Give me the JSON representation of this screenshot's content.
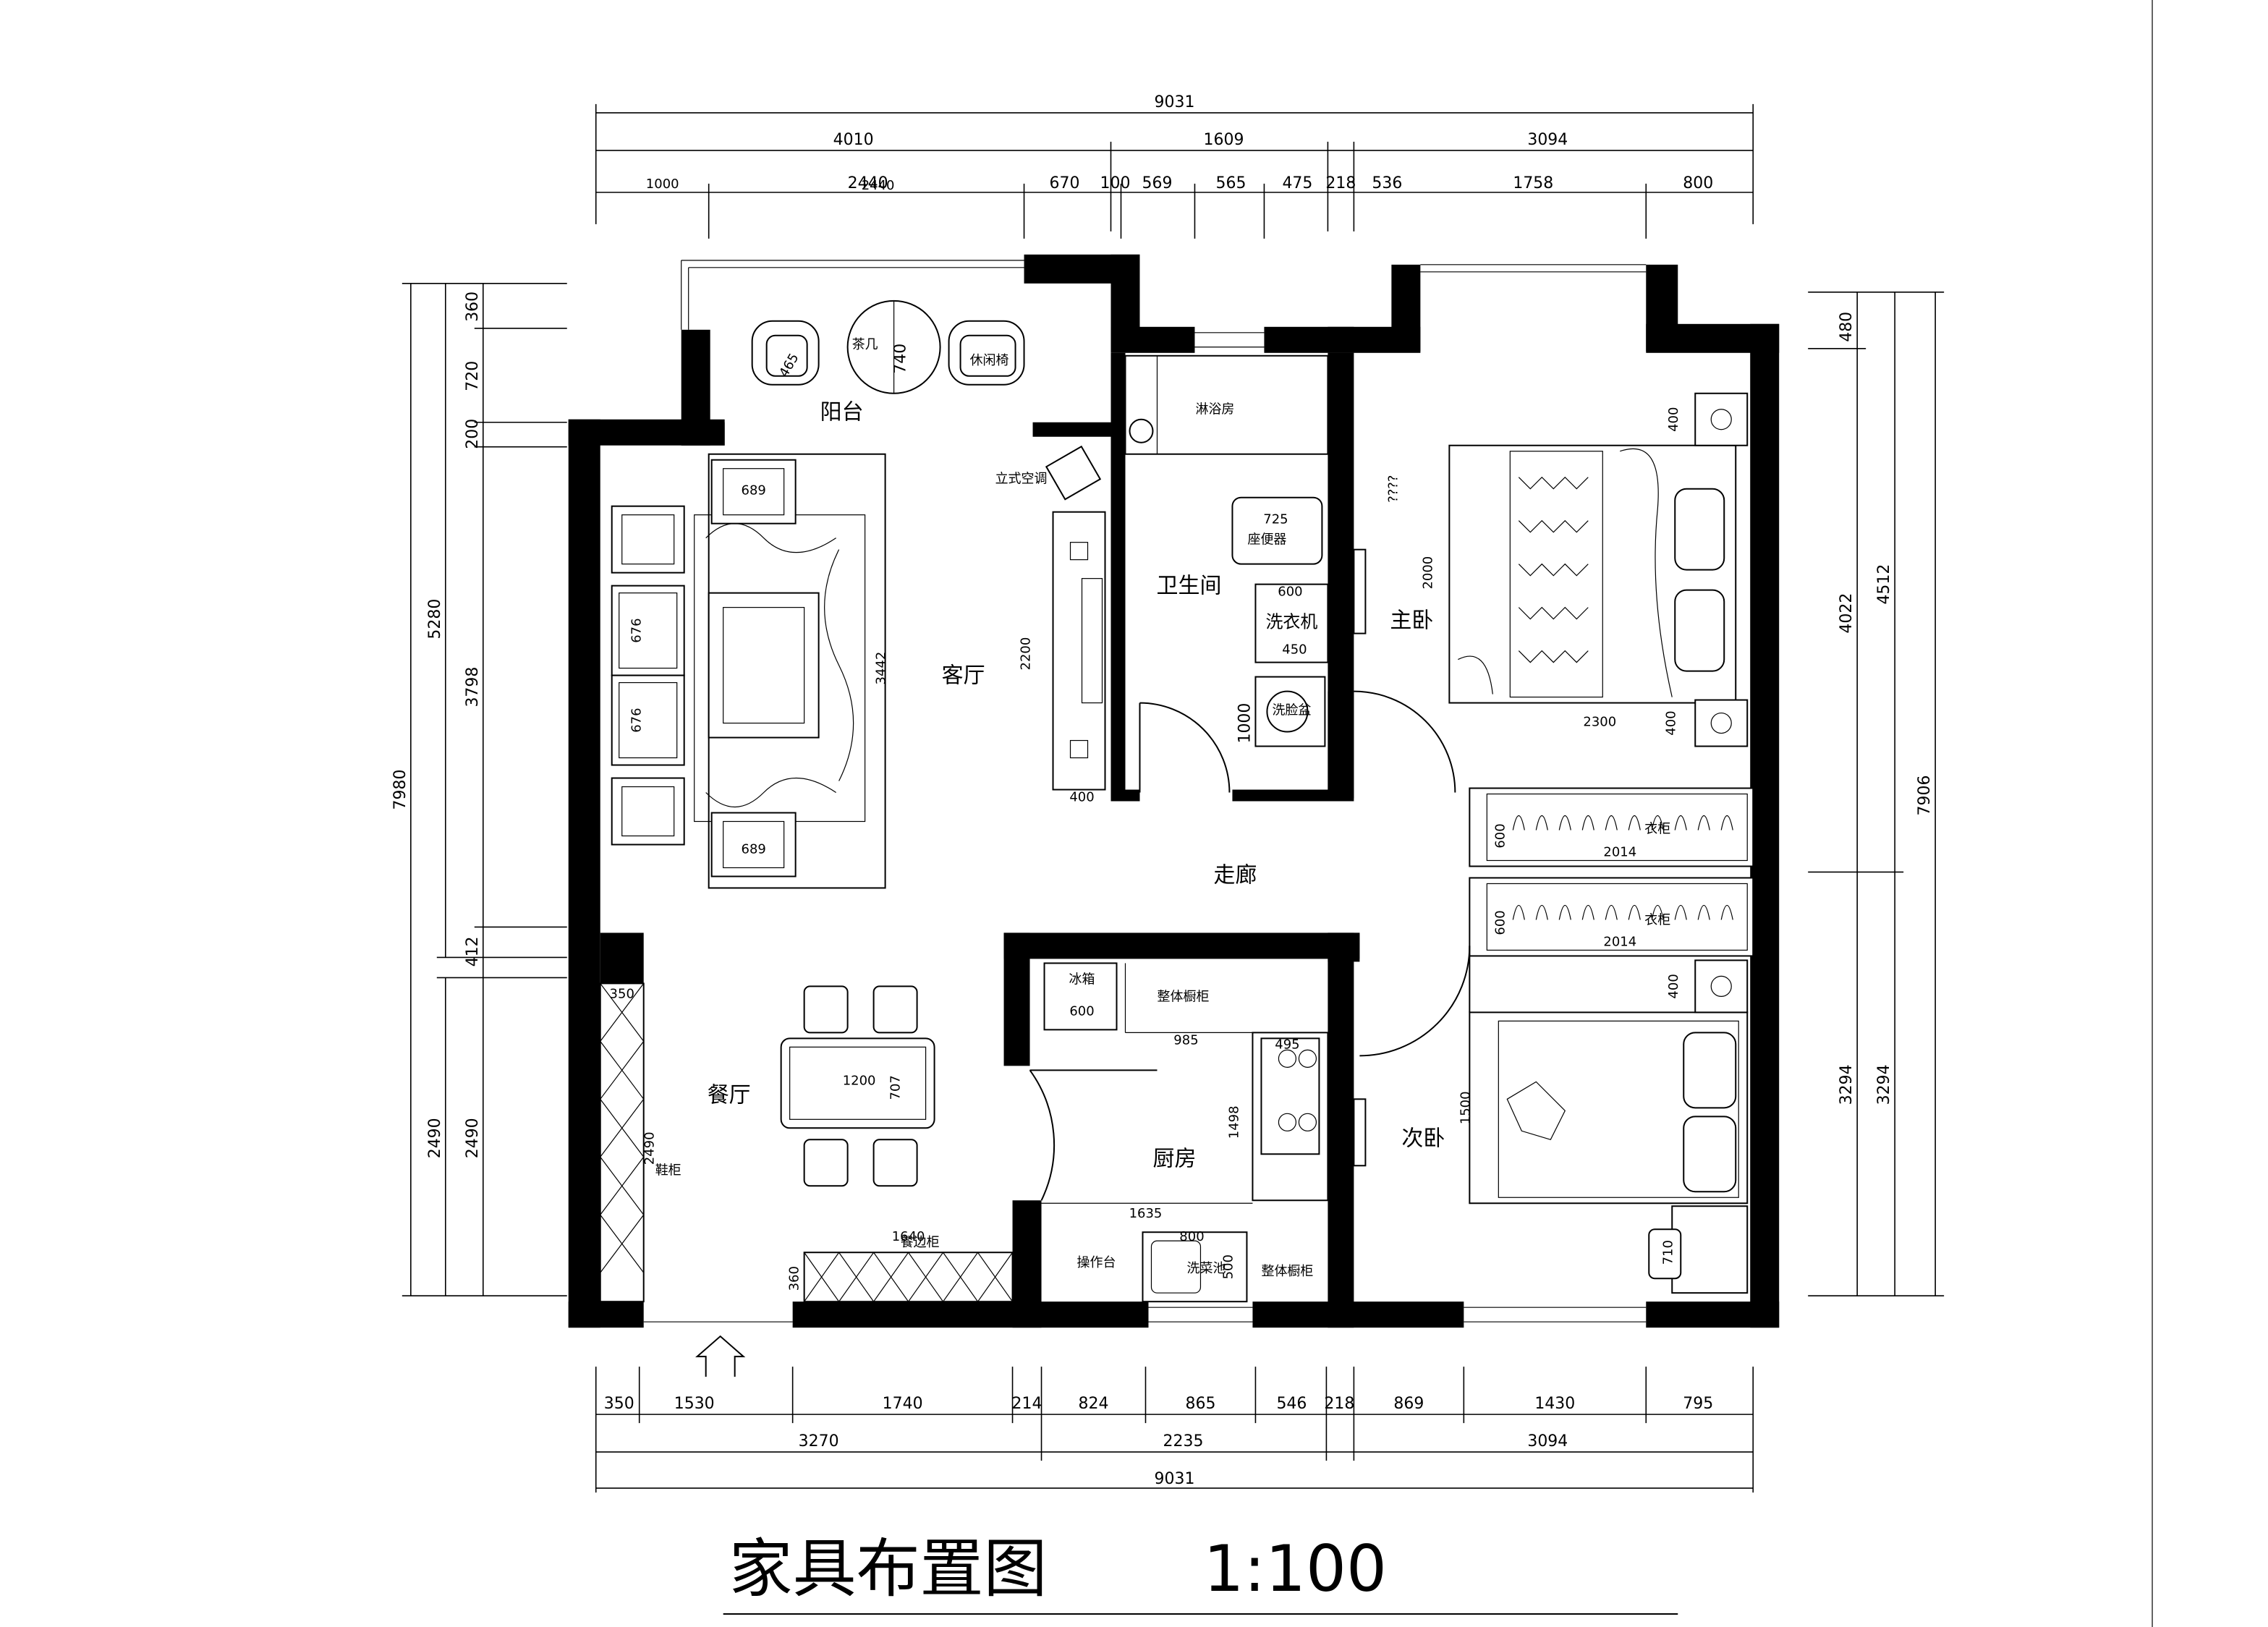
{
  "title": "家具布置图",
  "scale": "1:100",
  "rooms": {
    "balcony": "阳台",
    "living": "客厅",
    "bathroom": "卫生间",
    "master": "主卧",
    "corridor": "走廊",
    "dining": "餐厅",
    "kitchen": "厨房",
    "second": "次卧"
  },
  "labels": {
    "tea_table": "茶几",
    "lounge_chair": "休闲椅",
    "floor_ac": "立式空调",
    "shower": "淋浴房",
    "toilet": "座便器",
    "washer": "洗衣机",
    "basin": "洗脸盆",
    "fridge": "冰箱",
    "cabinet_top": "整体橱柜",
    "cabinet_bottom": "整体橱柜",
    "worktop": "操作台",
    "sink": "洗菜池",
    "shoe_cabinet": "鞋柜",
    "side_cabinet": "餐边柜",
    "wardrobe1": "衣柜",
    "wardrobe2": "衣柜",
    "master_q": "????"
  },
  "top_dims": {
    "total": "9031",
    "level2": [
      "4010",
      "1609",
      "3094"
    ],
    "level3": [
      "1000",
      "2440",
      "2440",
      "670",
      "100",
      "569",
      "565",
      "475",
      "218",
      "536",
      "1758",
      "800"
    ]
  },
  "bottom_dims": {
    "total": "9031",
    "level2": [
      "3270",
      "2235",
      "3094"
    ],
    "level3": [
      "350",
      "1530",
      "1740",
      "214",
      "824",
      "865",
      "546",
      "218",
      "869",
      "1430",
      "795"
    ]
  },
  "left_dims": {
    "total": "7980",
    "outer": [
      "5280",
      "2490"
    ],
    "inner": [
      "360",
      "720",
      "200",
      "3798",
      "412",
      "2490"
    ]
  },
  "right_dims": {
    "total": "7906",
    "outer": [
      "4512",
      "3294"
    ],
    "inner": [
      "480",
      "4022",
      "3294"
    ]
  },
  "interior_dims": {
    "chair_d": "465",
    "table_d": "740",
    "sofa_top": "689",
    "sofa_bottom": "689",
    "sofa_side1": "676",
    "sofa_side2": "676",
    "rug": "3442",
    "tv_wall": "2200",
    "tv_gap": "400",
    "toilet_w": "725",
    "washer_w": "600",
    "washer_d": "450",
    "basin_h": "1000",
    "master_bed_len": "2000",
    "master_bed_w": "2300",
    "master_nst1": "400",
    "master_nst2": "400",
    "wardrobe1_d": "600",
    "wardrobe1_len": "2014",
    "wardrobe2_d": "600",
    "wardrobe2_len": "2014",
    "second_nst": "400",
    "second_bed_len": "1500",
    "desk": "710",
    "shoe_w": "350",
    "shoe_len": "2490",
    "dining_table_len": "1200",
    "dining_table_w": "707",
    "side_cab_len": "1640",
    "side_cab_d": "360",
    "fridge_w": "600",
    "kitchen_985": "985",
    "stove_w": "495",
    "kitchen_1498": "1498",
    "kitchen_1635": "1635",
    "sink_800": "800",
    "sink_500": "500"
  }
}
